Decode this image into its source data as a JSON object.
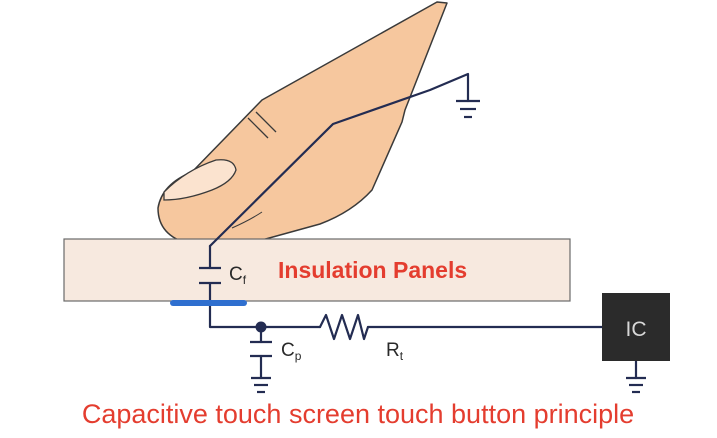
{
  "panel": {
    "label": "Insulation Panels"
  },
  "components": {
    "cf": {
      "main": "C",
      "sub": "f"
    },
    "cp": {
      "main": "C",
      "sub": "p"
    },
    "rt": {
      "main": "R",
      "sub": "t"
    },
    "ic": {
      "label": "IC"
    }
  },
  "caption": "Capacitive touch screen touch button principle",
  "colors": {
    "finger_fill": "#f6c79e",
    "finger_stroke": "#3a3a3a",
    "panel_fill": "#f7e9df",
    "panel_stroke": "#6a6a6a",
    "wire": "#232c52",
    "electrode": "#2f6fcf",
    "ic_fill": "#2b2b2b",
    "ic_text": "#d8d8d8",
    "accent_red": "#e43d2f"
  }
}
